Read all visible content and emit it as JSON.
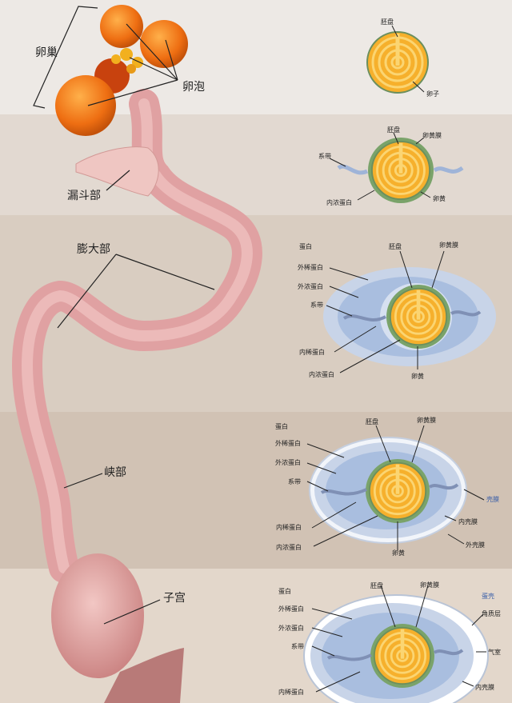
{
  "organ_labels": {
    "ovary": "卵巢",
    "follicle": "卵泡",
    "infundibulum": "漏斗部",
    "magnum": "膨大部",
    "isthmus": "峡部",
    "uterus": "子宫"
  },
  "stage1": {
    "blastodisc": "胚盘",
    "ovum": "卵子"
  },
  "stage2": {
    "blastodisc": "胚盘",
    "vitelline_membrane": "卵黄膜",
    "chalaza": "系带",
    "inner_thick_albumen": "内浓蛋白",
    "yolk": "卵黄"
  },
  "stage3": {
    "albumen": "蛋白",
    "blastodisc": "胚盘",
    "vitelline_membrane": "卵黄膜",
    "outer_thin_albumen": "外稀蛋白",
    "outer_thick_albumen": "外浓蛋白",
    "chalaza": "系带",
    "inner_thin_albumen": "内稀蛋白",
    "inner_thick_albumen": "内浓蛋白",
    "yolk": "卵黄"
  },
  "stage4": {
    "albumen": "蛋白",
    "blastodisc": "胚盘",
    "vitelline_membrane": "卵黄膜",
    "outer_thin_albumen": "外稀蛋白",
    "outer_thick_albumen": "外浓蛋白",
    "chalaza": "系带",
    "shell_membrane": "壳膜",
    "inner_shell_membrane": "内壳膜",
    "inner_thin_albumen": "内稀蛋白",
    "inner_thick_albumen": "内浓蛋白",
    "outer_shell_membrane": "外壳膜",
    "yolk": "卵黄"
  },
  "stage5": {
    "albumen": "蛋白",
    "blastodisc": "胚盘",
    "vitelline_membrane": "卵黄膜",
    "eggshell": "蛋壳",
    "outer_thin_albumen": "外稀蛋白",
    "cuticle": "角质层",
    "outer_thick_albumen": "外浓蛋白",
    "chalaza": "系带",
    "air_cell": "气室",
    "inner_thin_albumen": "内稀蛋白",
    "inner_shell_membrane": "内壳膜"
  },
  "colors": {
    "yolk": "#f7b52e",
    "yolk_ring": "#f9d36a",
    "albumen_outer": "#c9d6ea",
    "albumen_inner": "#a8bde0",
    "tract": "#e6a7a8",
    "follicle": "#f07a1a"
  }
}
